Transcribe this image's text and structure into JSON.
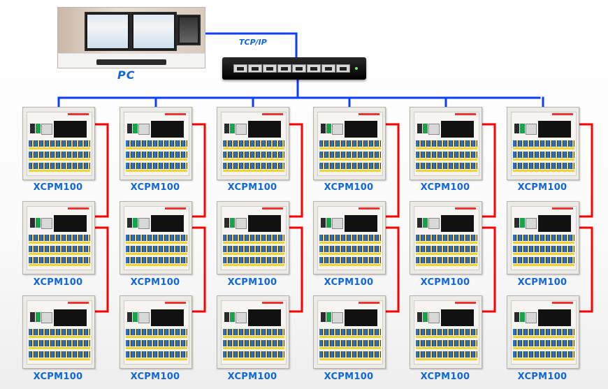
{
  "diagram": {
    "pc_label": "PC",
    "network_label": "TCP/IP",
    "device_label": "XCPM100",
    "colors": {
      "ethernet_line": "#0a3dff",
      "rs485_line": "#ff0000",
      "label_text": "#1166dd"
    },
    "icons": {
      "pc": "pc-workstation-icon",
      "switch": "network-switch-icon",
      "device": "controller-cabinet-icon"
    },
    "grid": {
      "columns": 6,
      "rows": 3
    },
    "devices": [
      {
        "label": "XCPM100"
      },
      {
        "label": "XCPM100"
      },
      {
        "label": "XCPM100"
      },
      {
        "label": "XCPM100"
      },
      {
        "label": "XCPM100"
      },
      {
        "label": "XCPM100"
      },
      {
        "label": "XCPM100"
      },
      {
        "label": "XCPM100"
      },
      {
        "label": "XCPM100"
      },
      {
        "label": "XCPM100"
      },
      {
        "label": "XCPM100"
      },
      {
        "label": "XCPM100"
      },
      {
        "label": "XCPM100"
      },
      {
        "label": "XCPM100"
      },
      {
        "label": "XCPM100"
      },
      {
        "label": "XCPM100"
      },
      {
        "label": "XCPM100"
      },
      {
        "label": "XCPM100"
      }
    ]
  }
}
